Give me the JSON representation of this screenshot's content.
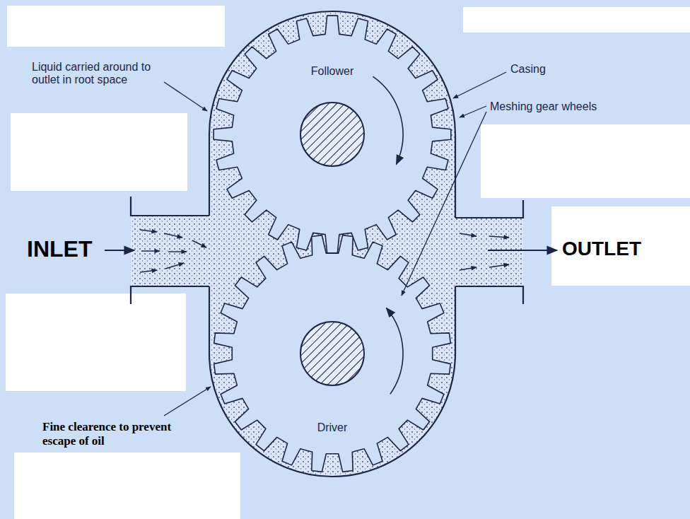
{
  "diagram": {
    "labels": [
      "Liquid carried around to outlet in root space",
      "Follower",
      "Casing",
      "Meshing gear wheels",
      "INLET",
      "OUTLET",
      "Driver",
      "Fine clearence to prevent escape of oil"
    ]
  }
}
